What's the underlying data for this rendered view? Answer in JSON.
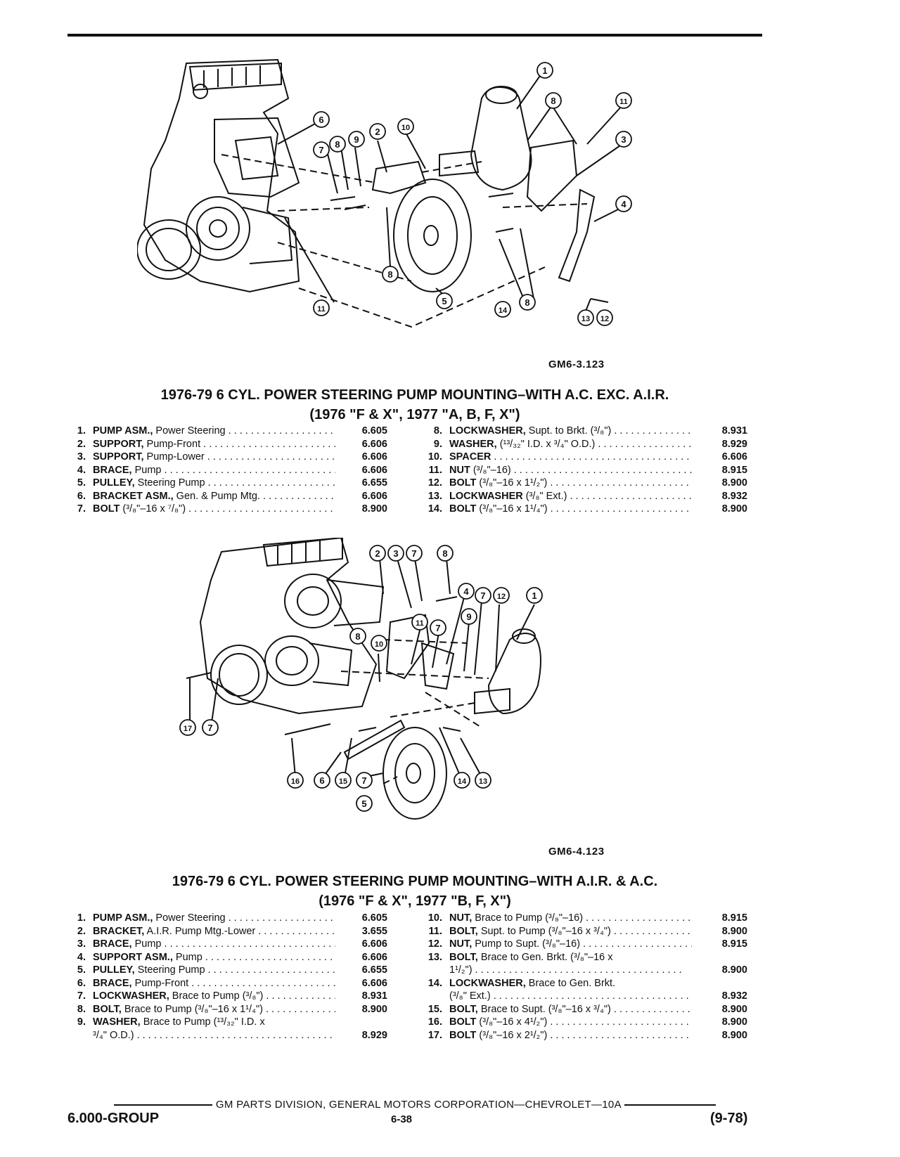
{
  "figure1": {
    "code": "GM6-3.123",
    "callouts": [
      "1",
      "8",
      "11",
      "3",
      "6",
      "7",
      "8",
      "9",
      "2",
      "10",
      "4",
      "8",
      "5",
      "14",
      "8",
      "11",
      "13",
      "12"
    ]
  },
  "section1": {
    "title_line1": "1976-79 6 CYL. POWER STEERING PUMP MOUNTING–WITH A.C. EXC. A.I.R.",
    "title_line2": "(1976 \"F & X\", 1977 \"A, B, F, X\")",
    "left": [
      {
        "num": "1.",
        "name": "PUMP ASM.,",
        "desc": " Power Steering",
        "code": "6.605"
      },
      {
        "num": "2.",
        "name": "SUPPORT,",
        "desc": " Pump-Front",
        "code": "6.606"
      },
      {
        "num": "3.",
        "name": "SUPPORT,",
        "desc": " Pump-Lower",
        "code": "6.606"
      },
      {
        "num": "4.",
        "name": "BRACE,",
        "desc": " Pump",
        "code": "6.606"
      },
      {
        "num": "5.",
        "name": "PULLEY,",
        "desc": " Steering Pump",
        "code": "6.655"
      },
      {
        "num": "6.",
        "name": "BRACKET ASM.,",
        "desc": " Gen. & Pump Mtg.",
        "code": "6.606"
      },
      {
        "num": "7.",
        "name": "BOLT",
        "desc": " (³/₈\"–16 x ⁷/₈\")",
        "code": "8.900"
      }
    ],
    "right": [
      {
        "num": "8.",
        "name": "LOCKWASHER,",
        "desc": " Supt. to Brkt. (³/₈\")",
        "code": "8.931"
      },
      {
        "num": "9.",
        "name": "WASHER,",
        "desc": " (¹³/₃₂\" I.D. x ³/₄\" O.D.)",
        "code": "8.929"
      },
      {
        "num": "10.",
        "name": "SPACER",
        "desc": "",
        "code": "6.606"
      },
      {
        "num": "11.",
        "name": "NUT",
        "desc": " (³/₈\"–16)",
        "code": "8.915"
      },
      {
        "num": "12.",
        "name": "BOLT",
        "desc": " (³/₈\"–16 x 1¹/₂\")",
        "code": "8.900"
      },
      {
        "num": "13.",
        "name": "LOCKWASHER",
        "desc": " (³/₈\" Ext.)",
        "code": "8.932"
      },
      {
        "num": "14.",
        "name": "BOLT",
        "desc": " (³/₈\"–16 x 1¹/₄\")",
        "code": "8.900"
      }
    ]
  },
  "figure2": {
    "code": "GM6-4.123",
    "callouts": [
      "2",
      "3",
      "7",
      "8",
      "4",
      "7",
      "12",
      "1",
      "9",
      "11",
      "7",
      "10",
      "8",
      "17",
      "7",
      "16",
      "6",
      "15",
      "7",
      "5",
      "14",
      "13"
    ]
  },
  "section2": {
    "title_line1": "1976-79 6 CYL. POWER STEERING PUMP MOUNTING–WITH A.I.R. & A.C.",
    "title_line2": "(1976 \"F & X\", 1977 \"B, F, X\")",
    "left": [
      {
        "num": "1.",
        "name": "PUMP ASM.,",
        "desc": " Power Steering",
        "code": "6.605"
      },
      {
        "num": "2.",
        "name": "BRACKET,",
        "desc": " A.I.R. Pump Mtg.-Lower",
        "code": "3.655"
      },
      {
        "num": "3.",
        "name": "BRACE,",
        "desc": " Pump",
        "code": "6.606"
      },
      {
        "num": "4.",
        "name": "SUPPORT ASM.,",
        "desc": " Pump",
        "code": "6.606"
      },
      {
        "num": "5.",
        "name": "PULLEY,",
        "desc": " Steering Pump",
        "code": "6.655"
      },
      {
        "num": "6.",
        "name": "BRACE,",
        "desc": " Pump-Front",
        "code": "6.606"
      },
      {
        "num": "7.",
        "name": "LOCKWASHER,",
        "desc": " Brace to Pump (³/₈\")",
        "code": "8.931"
      },
      {
        "num": "8.",
        "name": "BOLT,",
        "desc": " Brace to Pump (³/₈\"–16 x 1¹/₄\")",
        "code": "8.900"
      },
      {
        "num": "9.",
        "name": "WASHER,",
        "desc": " Brace to Pump (¹³/₃₂\" I.D. x",
        "code": ""
      },
      {
        "num": "",
        "name": "",
        "desc": "³/₄\" O.D.)",
        "code": "8.929"
      }
    ],
    "right": [
      {
        "num": "10.",
        "name": "NUT,",
        "desc": " Brace to Pump (³/₈\"–16)",
        "code": "8.915"
      },
      {
        "num": "11.",
        "name": "BOLT,",
        "desc": " Supt. to Pump (³/₈\"–16 x ³/₄\")",
        "code": "8.900"
      },
      {
        "num": "12.",
        "name": "NUT,",
        "desc": " Pump to Supt. (³/₈\"–16)",
        "code": "8.915"
      },
      {
        "num": "13.",
        "name": "BOLT,",
        "desc": " Brace to Gen. Brkt. (³/₈\"–16 x",
        "code": ""
      },
      {
        "num": "",
        "name": "",
        "desc": "1¹/₂\")",
        "code": "8.900"
      },
      {
        "num": "14.",
        "name": "LOCKWASHER,",
        "desc": " Brace to Gen. Brkt.",
        "code": ""
      },
      {
        "num": "",
        "name": "",
        "desc": "(³/₈\" Ext.)",
        "code": "8.932"
      },
      {
        "num": "15.",
        "name": "BOLT,",
        "desc": " Brace to Supt. (³/₈\"–16 x ³/₄\")",
        "code": "8.900"
      },
      {
        "num": "16.",
        "name": "BOLT",
        "desc": " (³/₈\"–16 x 4¹/₂\")",
        "code": "8.900"
      },
      {
        "num": "17.",
        "name": "BOLT",
        "desc": " (³/₈\"–16 x 2¹/₂\")",
        "code": "8.900"
      }
    ]
  },
  "footer": {
    "center": "GM PARTS DIVISION, GENERAL MOTORS CORPORATION—CHEVROLET—10A",
    "group": "6.000-GROUP",
    "page": "6-38",
    "date": "(9-78)"
  }
}
